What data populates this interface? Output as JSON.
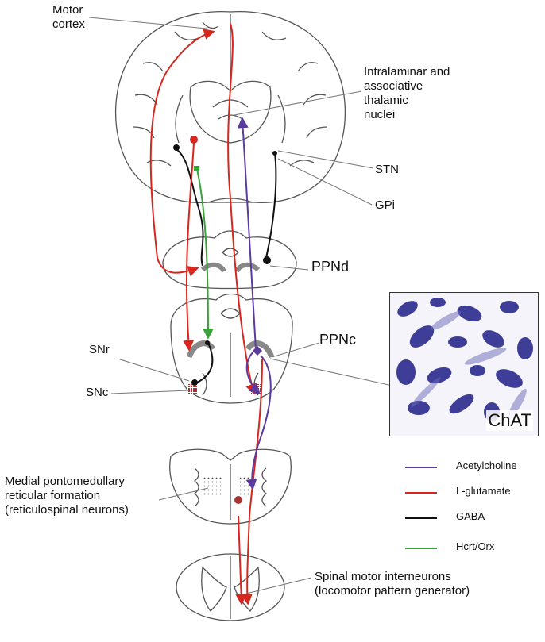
{
  "labels": {
    "motor_cortex": "Motor\ncortex",
    "thalamic": "Intralaminar and\nassociative\nthalamic\nnuclei",
    "stn": "STN",
    "gpi": "GPi",
    "ppnd": "PPNd",
    "ppnc": "PPNc",
    "snr": "SNr",
    "snc": "SNc",
    "reticular": "Medial pontomedullary\nreticular formation\n(reticulospinal neurons)",
    "spinal": "Spinal motor interneurons\n(locomotor pattern generator)",
    "inset": "ChAT"
  },
  "legend": [
    {
      "label": "Acetylcholine",
      "color": "#5b3a9e"
    },
    {
      "label": "L-glutamate",
      "color": "#d7261e"
    },
    {
      "label": "GABA",
      "color": "#111111"
    },
    {
      "label": "Hcrt/Orx",
      "color": "#3aa23a"
    }
  ],
  "colors": {
    "outline": "#555555",
    "acetylcholine": "#5b3a9e",
    "glutamate": "#d7261e",
    "gaba": "#111111",
    "orexin": "#3aa23a",
    "chat_stain": "#2b2b8f"
  }
}
